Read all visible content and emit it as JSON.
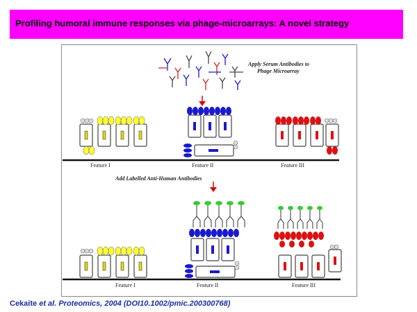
{
  "title": "Profiling  humoral immune responses via phage-microarrays: A novel strategy",
  "figure": {
    "step1_label_line1": "Apply Serum Antibodies to",
    "step1_label_line2": "Phage Microarray",
    "step2_label": "Add Labelled Anti-Human Antibodies",
    "features_top": [
      "Feature I",
      "Feature II",
      "Feature III"
    ],
    "features_bottom": [
      "Feature I",
      "Feature II",
      "Feature III"
    ],
    "colors": {
      "feature_i": "#ffff33",
      "feature_ii": "#1a1acc",
      "feature_iii": "#dd1111",
      "label": "#33cc33",
      "arrow": "#dd0000"
    }
  },
  "citation": {
    "authors": "Cekaite ",
    "et_al": "et al.",
    "journal": "  Proteomics,",
    "year_doi": "  2004 (DOI10.1002/pmic.200300768)"
  }
}
